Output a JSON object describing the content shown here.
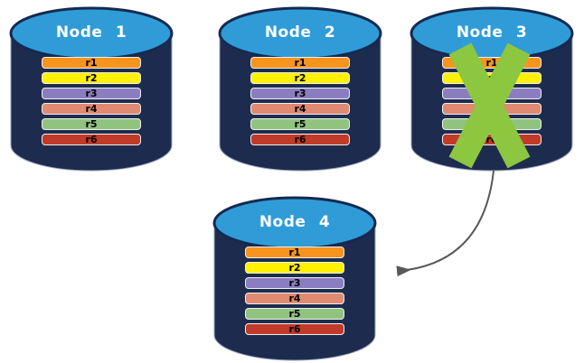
{
  "diagram": {
    "nodes": [
      {
        "label": "Node 1",
        "failed": false
      },
      {
        "label": "Node 2",
        "failed": false
      },
      {
        "label": "Node 3",
        "failed": true
      },
      {
        "label": "Node 4",
        "failed": false
      }
    ],
    "replicas": [
      {
        "label": "r1",
        "color": "#F7941E"
      },
      {
        "label": "r2",
        "color": "#FFF100"
      },
      {
        "label": "r3",
        "color": "#8B7EC0"
      },
      {
        "label": "r4",
        "color": "#E08A72"
      },
      {
        "label": "r5",
        "color": "#90C47E"
      },
      {
        "label": "r6",
        "color": "#C13B28"
      }
    ],
    "failure_mark": {
      "shape": "x-cross",
      "color": "#8DC63F"
    },
    "arrow": {
      "from": "Node 3",
      "to": "Node 4",
      "color": "#595959"
    },
    "colors": {
      "cylinder_body": "#1D2C4E",
      "cylinder_top": "#2F9CD8",
      "cylinder_outline": "#152A50",
      "node_text": "#FFFFFF",
      "bar_text": "#000000",
      "background": "#FFFFFF"
    }
  }
}
